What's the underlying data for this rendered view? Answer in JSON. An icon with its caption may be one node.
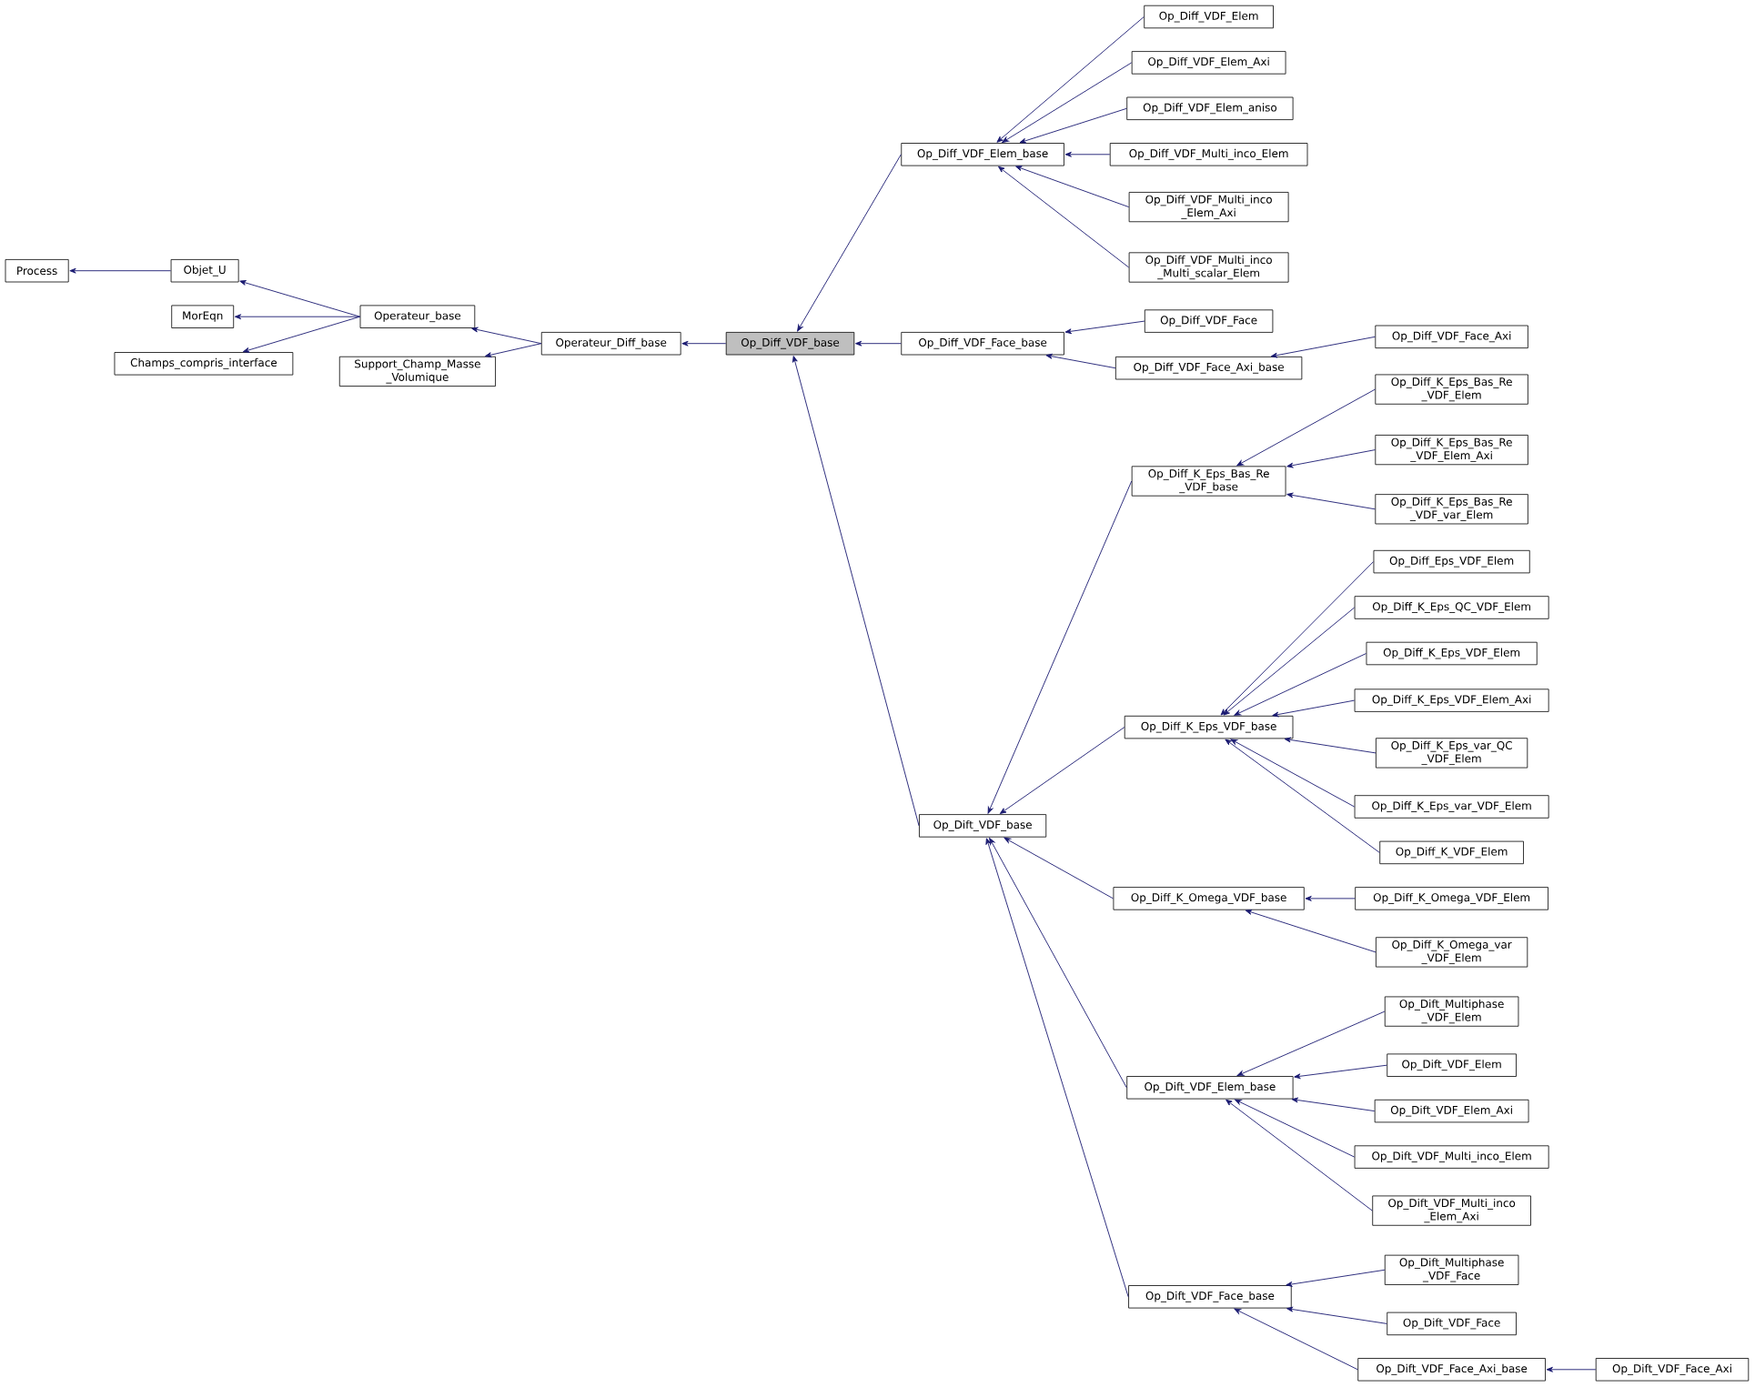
{
  "diagram": {
    "nodes": [
      {
        "text": [
          "Process"
        ]
      },
      {
        "text": [
          "Objet_U"
        ]
      },
      {
        "text": [
          "MorEqn"
        ]
      },
      {
        "text": [
          "Champs_compris_interface"
        ]
      },
      {
        "text": [
          "Operateur_base"
        ]
      },
      {
        "text": [
          "Support_Champ_Masse _Volumique"
        ]
      },
      {
        "text": [
          "Operateur_Diff_base"
        ]
      },
      {
        "text": [
          "Op_Diff_VDF_base"
        ]
      },
      {
        "text": [
          "Op_Diff_VDF_Elem_base"
        ]
      },
      {
        "text": [
          "Op_Diff_VDF_Face_base"
        ]
      },
      {
        "text": [
          "Op_Dift_VDF_base"
        ]
      },
      {
        "text": [
          "Op_Diff_VDF_Elem"
        ]
      },
      {
        "text": [
          "Op_Diff_VDF_Elem_Axi"
        ]
      },
      {
        "text": [
          "Op_Diff_VDF_Elem_aniso"
        ]
      },
      {
        "text": [
          "Op_Diff_VDF_Multi_inco_Elem"
        ]
      },
      {
        "text": [
          "Op_Diff_VDF_Multi_inco _Elem_Axi"
        ]
      },
      {
        "text": [
          "Op_Diff_VDF_Multi_inco _Multi_scalar_Elem"
        ]
      },
      {
        "text": [
          "Op_Diff_VDF_Face"
        ]
      },
      {
        "text": [
          "Op_Diff_VDF_Face_Axi_base"
        ]
      },
      {
        "text": [
          "Op_Diff_VDF_Face_Axi"
        ]
      },
      {
        "text": [
          "Op_Diff_K_Eps_Bas_Re _VDF_base"
        ]
      },
      {
        "text": [
          "Op_Diff_K_Eps_Bas_Re _VDF_Elem"
        ]
      },
      {
        "text": [
          "Op_Diff_K_Eps_Bas_Re _VDF_Elem_Axi"
        ]
      },
      {
        "text": [
          "Op_Diff_K_Eps_Bas_Re _VDF_var_Elem"
        ]
      },
      {
        "text": [
          "Op_Diff_K_Eps_VDF_base"
        ]
      },
      {
        "text": [
          "Op_Diff_Eps_VDF_Elem"
        ]
      },
      {
        "text": [
          "Op_Diff_K_Eps_QC_VDF_Elem"
        ]
      },
      {
        "text": [
          "Op_Diff_K_Eps_VDF_Elem"
        ]
      },
      {
        "text": [
          "Op_Diff_K_Eps_VDF_Elem_Axi"
        ]
      },
      {
        "text": [
          "Op_Diff_K_Eps_var_QC _VDF_Elem"
        ]
      },
      {
        "text": [
          "Op_Diff_K_Eps_var_VDF_Elem"
        ]
      },
      {
        "text": [
          "Op_Diff_K_VDF_Elem"
        ]
      },
      {
        "text": [
          "Op_Diff_K_Omega_VDF_base"
        ]
      },
      {
        "text": [
          "Op_Diff_K_Omega_VDF_Elem"
        ]
      },
      {
        "text": [
          "Op_Diff_K_Omega_var _VDF_Elem"
        ]
      },
      {
        "text": [
          "Op_Dift_VDF_Elem_base"
        ]
      },
      {
        "text": [
          "Op_Dift_Multiphase _VDF_Elem"
        ]
      },
      {
        "text": [
          "Op_Dift_VDF_Elem"
        ]
      },
      {
        "text": [
          "Op_Dift_VDF_Elem_Axi"
        ]
      },
      {
        "text": [
          "Op_Dift_VDF_Multi_inco_Elem"
        ]
      },
      {
        "text": [
          "Op_Dift_VDF_Multi_inco _Elem_Axi"
        ]
      },
      {
        "text": [
          "Op_Dift_VDF_Face_base"
        ]
      },
      {
        "text": [
          "Op_Dift_Multiphase _VDF_Face"
        ]
      },
      {
        "text": [
          "Op_Dift_VDF_Face"
        ]
      },
      {
        "text": [
          "Op_Dift_VDF_Face_Axi_base"
        ]
      },
      {
        "text": [
          "Op_Dift_VDF_Face_Axi"
        ]
      }
    ],
    "edges": [
      {
        "from": 1,
        "to": 0,
        "arrow": "to"
      },
      {
        "from": 4,
        "to": 1,
        "arrow": "to"
      },
      {
        "from": 4,
        "to": 2,
        "arrow": "to"
      },
      {
        "from": 4,
        "to": 3,
        "arrow": "to"
      },
      {
        "from": 6,
        "to": 4,
        "arrow": "to"
      },
      {
        "from": 6,
        "to": 5,
        "arrow": "to"
      },
      {
        "from": 7,
        "to": 6,
        "arrow": "to"
      },
      {
        "from": 8,
        "to": 7,
        "arrow": "to"
      },
      {
        "from": 9,
        "to": 7,
        "arrow": "to"
      },
      {
        "from": 10,
        "to": 7,
        "arrow": "to"
      },
      {
        "from": 11,
        "to": 8,
        "arrow": "to"
      },
      {
        "from": 12,
        "to": 8,
        "arrow": "to"
      },
      {
        "from": 13,
        "to": 8,
        "arrow": "to"
      },
      {
        "from": 14,
        "to": 8,
        "arrow": "to"
      },
      {
        "from": 15,
        "to": 8,
        "arrow": "to"
      },
      {
        "from": 16,
        "to": 8,
        "arrow": "to"
      },
      {
        "from": 17,
        "to": 9,
        "arrow": "to"
      },
      {
        "from": 18,
        "to": 9,
        "arrow": "to"
      },
      {
        "from": 19,
        "to": 18,
        "arrow": "to"
      },
      {
        "from": 20,
        "to": 10,
        "arrow": "to"
      },
      {
        "from": 21,
        "to": 20,
        "arrow": "to"
      },
      {
        "from": 22,
        "to": 20,
        "arrow": "to"
      },
      {
        "from": 23,
        "to": 20,
        "arrow": "to"
      },
      {
        "from": 24,
        "to": 10,
        "arrow": "to"
      },
      {
        "from": 25,
        "to": 24,
        "arrow": "to"
      },
      {
        "from": 26,
        "to": 24,
        "arrow": "to"
      },
      {
        "from": 27,
        "to": 24,
        "arrow": "to"
      },
      {
        "from": 28,
        "to": 24,
        "arrow": "to"
      },
      {
        "from": 29,
        "to": 24,
        "arrow": "to"
      },
      {
        "from": 30,
        "to": 24,
        "arrow": "to"
      },
      {
        "from": 31,
        "to": 24,
        "arrow": "to"
      },
      {
        "from": 32,
        "to": 10,
        "arrow": "to"
      },
      {
        "from": 33,
        "to": 32,
        "arrow": "to"
      },
      {
        "from": 34,
        "to": 32,
        "arrow": "to"
      },
      {
        "from": 35,
        "to": 10,
        "arrow": "to"
      },
      {
        "from": 36,
        "to": 35,
        "arrow": "to"
      },
      {
        "from": 37,
        "to": 35,
        "arrow": "to"
      },
      {
        "from": 38,
        "to": 35,
        "arrow": "to"
      },
      {
        "from": 39,
        "to": 35,
        "arrow": "to"
      },
      {
        "from": 40,
        "to": 35,
        "arrow": "to"
      },
      {
        "from": 41,
        "to": 10,
        "arrow": "to"
      },
      {
        "from": 42,
        "to": 41,
        "arrow": "to"
      },
      {
        "from": 43,
        "to": 41,
        "arrow": "to"
      },
      {
        "from": 44,
        "to": 41,
        "arrow": "to"
      },
      {
        "from": 45,
        "to": 44,
        "arrow": "to"
      }
    ]
  }
}
